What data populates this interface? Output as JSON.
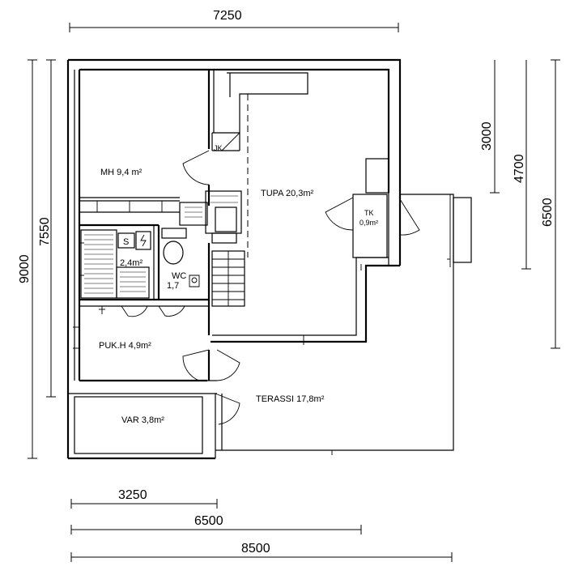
{
  "rooms": {
    "mh": "MH 9,4 m²",
    "tupa": "TUPA 20,3m²",
    "jk": "JK",
    "tk_name": "TK",
    "tk_area": "0,9m²",
    "sauna_s": "S",
    "sauna_area": "2,4m²",
    "wc_name": "WC",
    "wc_area": "1,7",
    "pukh": "PUK.H 4,9m²",
    "var": "VAR 3,8m²",
    "terassi": "TERASSI 17,8m²"
  },
  "dimensions": {
    "top_width": "7250",
    "left_outer": "9000",
    "left_inner": "7550",
    "right_1": "3000",
    "right_2": "4700",
    "right_3": "6500",
    "bottom_1": "3250",
    "bottom_2": "6500",
    "bottom_3": "8500"
  }
}
